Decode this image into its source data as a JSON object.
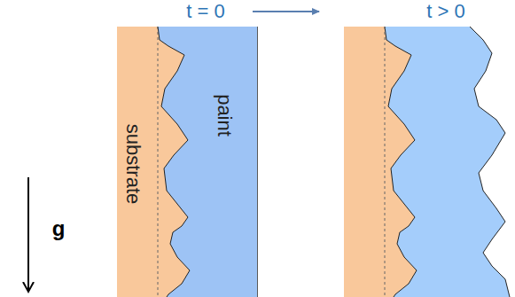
{
  "diagram": {
    "nodes": [
      {
        "text": [
          "substrate"
        ]
      },
      {
        "text": [
          "paint"
        ]
      }
    ],
    "labels": [
      "t = 0",
      "t > 0",
      "g"
    ]
  }
}
